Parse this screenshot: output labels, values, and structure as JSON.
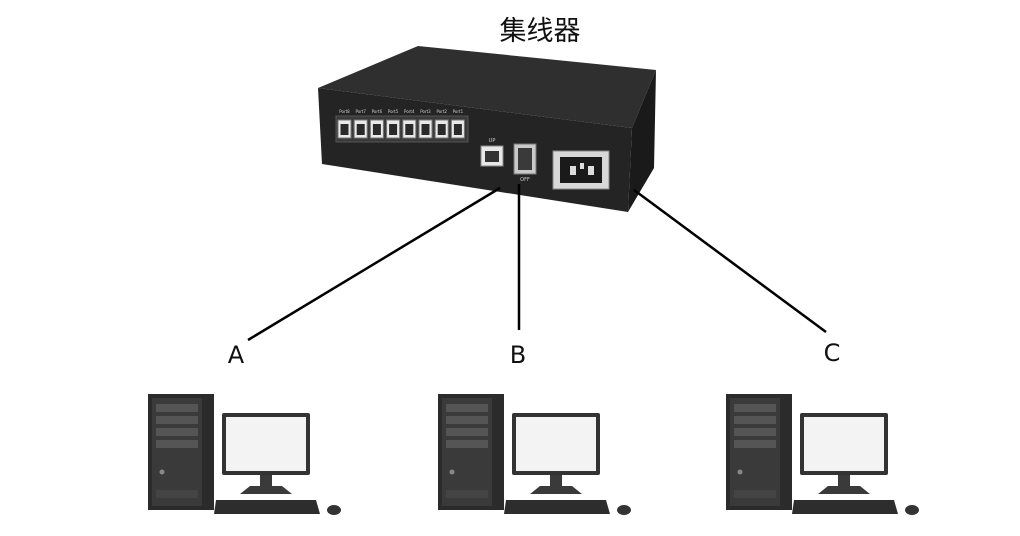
{
  "title": "集线器",
  "hub": {
    "port_labels": [
      "Port8",
      "Port7",
      "Port6",
      "Port5",
      "Port4",
      "Port3",
      "Port2",
      "Port1"
    ],
    "uplink_label": "UP",
    "switch_off_label": "OFF"
  },
  "connections": [
    "A",
    "B",
    "C"
  ],
  "colors": {
    "hub_body": "#222222",
    "link_line": "#000000",
    "computer_body": "#2a2a2a",
    "monitor_screen": "#f3f3f3"
  }
}
